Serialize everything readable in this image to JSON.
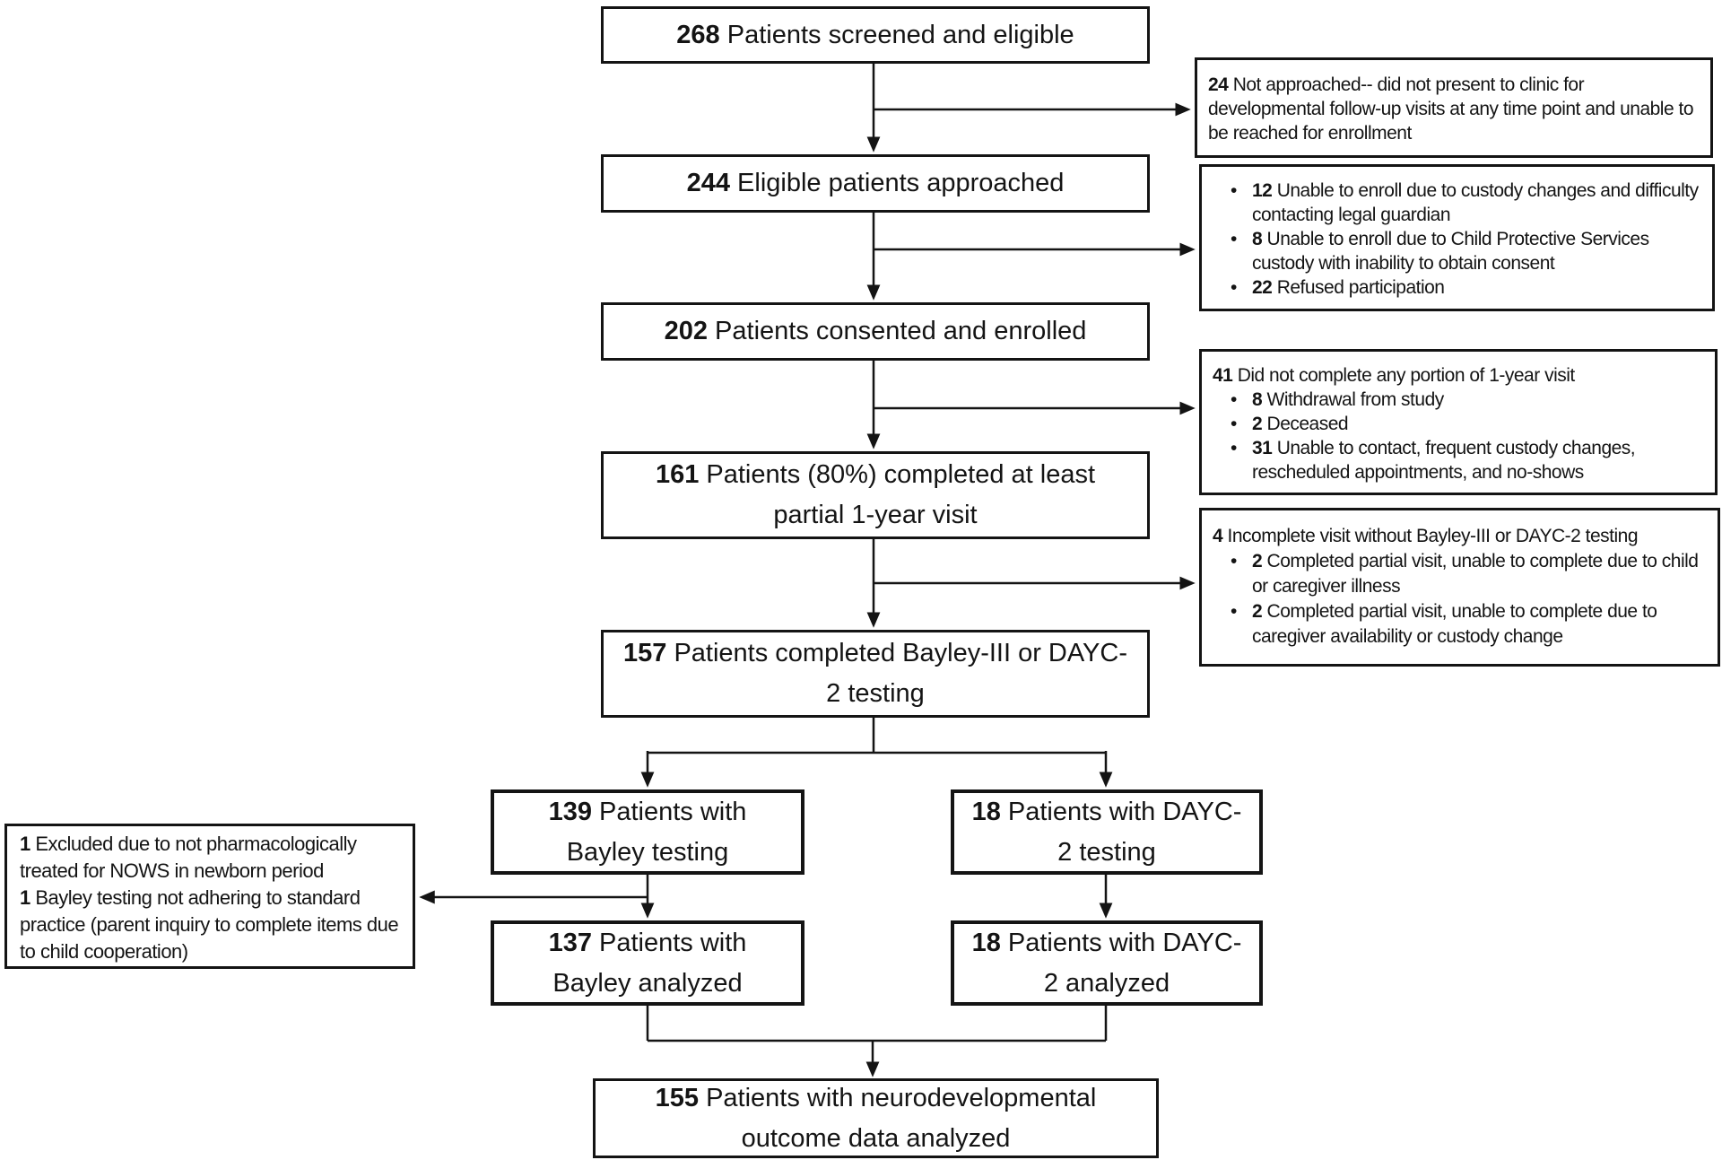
{
  "flow": {
    "screened": {
      "num": "268",
      "text": "Patients screened and eligible"
    },
    "approached": {
      "num": "244",
      "text": "Eligible patients approached"
    },
    "enrolled": {
      "num": "202",
      "text": "Patients consented and enrolled"
    },
    "one_year": {
      "num": "161",
      "text": "Patients (80%) completed at least partial 1-year visit"
    },
    "tested": {
      "num": "157",
      "text": "Patients completed Bayley-III or DAYC-2 testing"
    },
    "bayley_testing": {
      "num": "139",
      "text": "Patients with Bayley testing"
    },
    "dayc_testing": {
      "num": "18",
      "text": "Patients with DAYC-2 testing"
    },
    "bayley_analyzed": {
      "num": "137",
      "text": "Patients with Bayley analyzed"
    },
    "dayc_analyzed": {
      "num": "18",
      "text": "Patients with DAYC-2 analyzed"
    },
    "final": {
      "num": "155",
      "text": "Patients with neurodevelopmental outcome data analyzed"
    }
  },
  "exclusions": {
    "not_approached": {
      "num": "24",
      "text": "Not approached-- did not present to clinic for developmental follow-up visits at any time point and unable to be reached for enrollment"
    },
    "not_enrolled": {
      "items": [
        {
          "num": "12",
          "text": "Unable to enroll due to custody changes and difficulty contacting legal guardian"
        },
        {
          "num": "8",
          "text": "Unable to enroll due to Child Protective Services custody with inability to obtain consent"
        },
        {
          "num": "22",
          "text": "Refused participation"
        }
      ]
    },
    "no_one_year": {
      "header": {
        "num": "41",
        "text": "Did not complete any portion of 1-year visit"
      },
      "items": [
        {
          "num": "8",
          "text": "Withdrawal from study"
        },
        {
          "num": "2",
          "text": "Deceased"
        },
        {
          "num": "31",
          "text": "Unable to contact, frequent custody changes, rescheduled appointments, and no-shows"
        }
      ]
    },
    "incomplete_visit": {
      "header": {
        "num": "4",
        "text": "Incomplete visit without Bayley-III or DAYC-2 testing"
      },
      "items": [
        {
          "num": "2",
          "text": "Completed partial visit, unable to complete due to child or caregiver illness"
        },
        {
          "num": "2",
          "text": "Completed partial visit, unable to complete due to caregiver availability or custody change"
        }
      ]
    },
    "bayley_excluded": {
      "items": [
        {
          "num": "1",
          "text": "Excluded due to not pharmacologically treated for NOWS in newborn period"
        },
        {
          "num": "1",
          "text": "Bayley testing not adhering to standard practice (parent inquiry to complete items due to child cooperation)"
        }
      ]
    }
  },
  "colors": {
    "line": "#141414",
    "border": "#141414",
    "background": "#ffffff",
    "text": "#141414"
  }
}
